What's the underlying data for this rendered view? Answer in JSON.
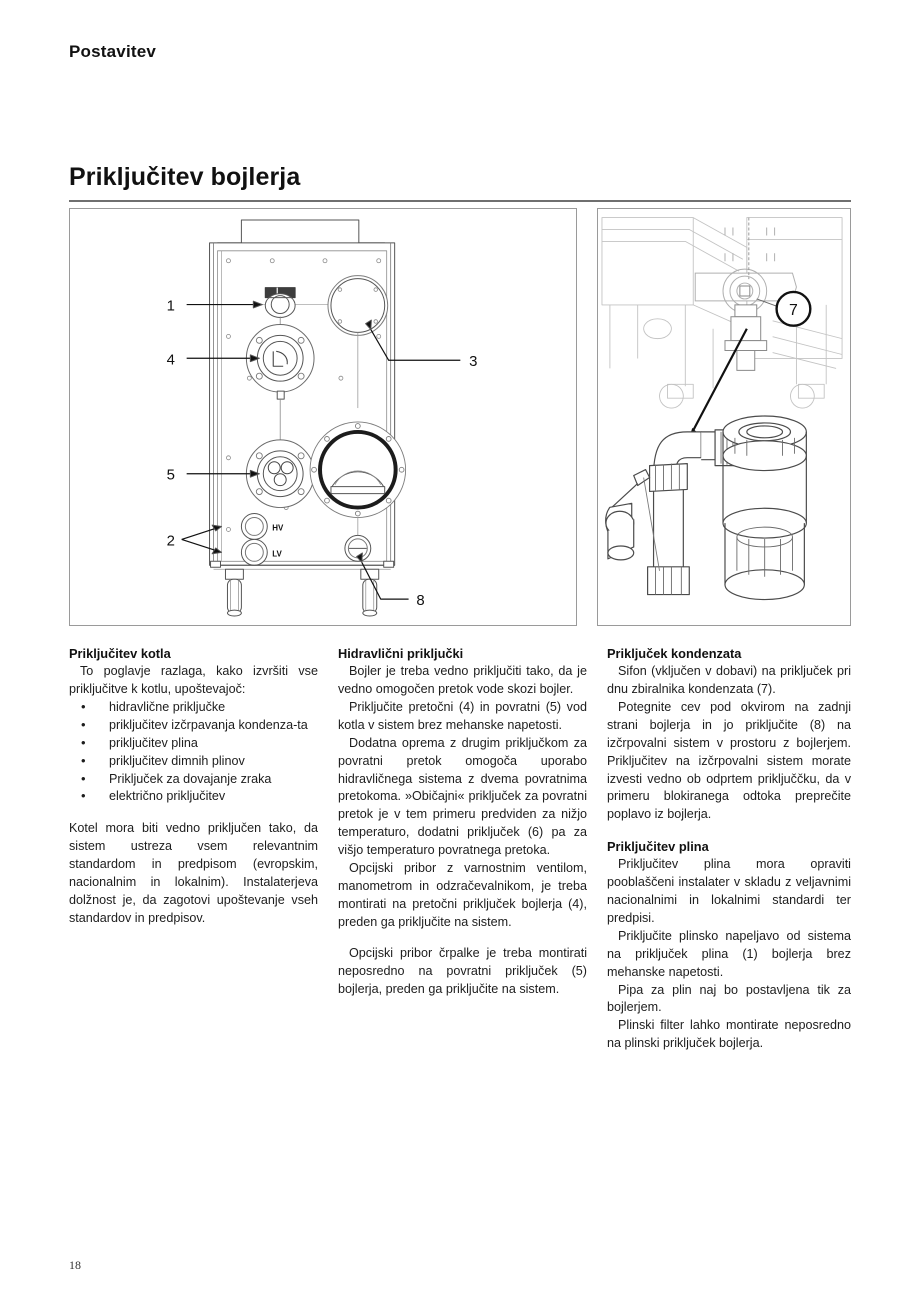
{
  "document": {
    "running_header": "Postavitev",
    "section_heading": "Priključitev bojlerja",
    "page_number": "18"
  },
  "figures": {
    "left": {
      "name": "boiler-front-connections-diagram",
      "callouts": [
        {
          "id": "1",
          "label": "1"
        },
        {
          "id": "4",
          "label": "4"
        },
        {
          "id": "5",
          "label": "5"
        },
        {
          "id": "2",
          "label": "2"
        },
        {
          "id": "3",
          "label": "3"
        },
        {
          "id": "8",
          "label": "8"
        }
      ],
      "port_labels": [
        {
          "id": "hv",
          "label": "HV"
        },
        {
          "id": "lv",
          "label": "LV"
        }
      ]
    },
    "right": {
      "name": "condensate-siphon-diagram",
      "callouts": [
        {
          "id": "7",
          "label": "7"
        }
      ]
    }
  },
  "columns": {
    "col1": {
      "heading": "Priključitev kotla",
      "intro": "To poglavje razlaga, kako izvršiti vse priključitve k kotlu, upoštevajoč:",
      "bullets": [
        "hidravlične priključke",
        "priključitev izčrpavanja kondenza-ta",
        "priključitev plina",
        "priključitev dimnih plinov",
        "Priključek za dovajanje zraka",
        "električno priključitev"
      ],
      "paragraph": "Kotel mora biti vedno priključen tako, da sistem ustreza vsem relevantnim standardom in predpisom (evropskim, nacionalnim in lokalnim). Instalaterjeva dolžnost je, da zagotovi upoštevanje vseh standardov in predpisov."
    },
    "col2": {
      "heading": "Hidravlični priključki",
      "paragraphs": [
        "Bojler je treba vedno priključiti tako, da je vedno omogočen pretok vode skozi bojler.",
        "Priključite pretočni (4) in povratni (5) vod kotla v sistem brez mehanske napetosti.",
        "Dodatna oprema z drugim priključkom za povratni pretok omogoča uporabo hidravličnega sistema z dvema povratnima pretokoma. »Običajni« priključek za povratni pretok je v tem primeru predviden za nižjo temperaturo, dodatni priključek (6) pa za višjo temperaturo povratnega pretoka.",
        "Opcijski pribor z varnostnim ventilom, manometrom in odzračevalnikom, je treba montirati na pretočni priključek bojlerja (4), preden ga priključite na sistem.",
        "Opcijski pribor črpalke je treba montirati neposredno na povratni priključek (5) bojlerja, preden ga priključite na sistem."
      ]
    },
    "col3": {
      "heading1": "Priključek kondenzata",
      "paragraphs1": [
        "Sifon (vključen v dobavi) na priključek pri dnu zbiralnika kondenzata (7).",
        "Potegnite cev pod okvirom na zadnji strani bojlerja in jo priključite (8) na izčrpovalni sistem v prostoru z bojlerjem. Priključitev na izčrpovalni sistem morate izvesti vedno ob odprtem priključčku, da v primeru blokiranega odtoka preprečite poplavo iz bojlerja."
      ],
      "heading2": "Priključitev plina",
      "paragraphs2": [
        "Priključitev plina mora opraviti pooblaščeni instalater v skladu z veljavnimi nacionalnimi in lokalnimi standardi ter predpisi.",
        "Priključite plinsko napeljavo od sistema na priključek plina (1) bojlerja brez mehanske napetosti.",
        "Pipa za plin naj bo postavljena tik za bojlerjem.",
        "Plinski filter lahko montirate neposredno na plinski priključek bojlerja."
      ]
    }
  },
  "colors": {
    "text": "#1d1d1d",
    "rule": "#6f6f6f",
    "figure_border": "#9a9a9a",
    "line_art": "#555555"
  }
}
